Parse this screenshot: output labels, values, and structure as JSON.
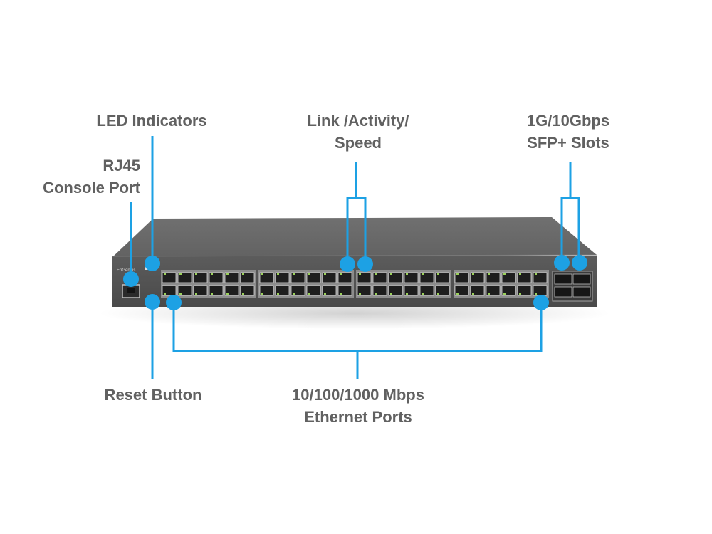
{
  "brand": {
    "logo_text": "EnGenius",
    "model_text": ""
  },
  "colors": {
    "callout": "#1da1e4",
    "chassis_top": "#6b6b6b",
    "chassis_front": "#545454",
    "text": "#616161"
  },
  "callouts": {
    "led_indicators": {
      "lines": [
        "LED Indicators"
      ]
    },
    "rj45_console": {
      "lines": [
        "RJ45",
        "Console Port"
      ]
    },
    "link_activity": {
      "lines": [
        "Link /Activity/",
        "Speed"
      ]
    },
    "sfp_slots": {
      "lines": [
        "1G/10Gbps",
        "SFP+ Slots"
      ]
    },
    "reset_button": {
      "lines": [
        "Reset Button"
      ]
    },
    "ethernet_ports": {
      "lines": [
        "10/100/1000 Mbps",
        "Ethernet Ports"
      ]
    }
  }
}
